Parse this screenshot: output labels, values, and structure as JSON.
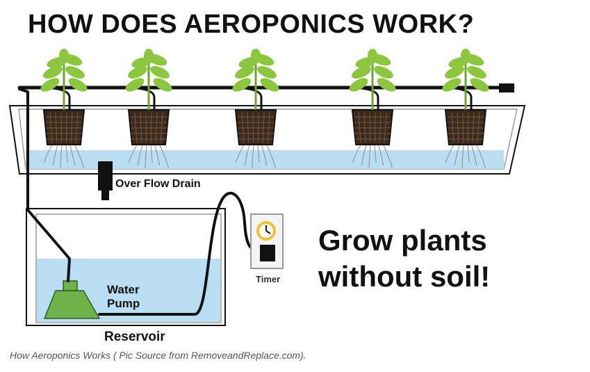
{
  "title": "HOW DOES AEROPONICS WORK?",
  "labels": {
    "overflow_drain": "Over Flow Drain",
    "timer": "Timer",
    "water_pump_line1": "Water",
    "water_pump_line2": "Pump",
    "reservoir": "Reservoir"
  },
  "slogan": {
    "line1": "Grow plants",
    "line2": "without soil!"
  },
  "caption": "How Aeroponics Works ( Pic Source from RemoveandReplace.com).",
  "plant_count": 5,
  "colors": {
    "water": "#b9def3",
    "leaf": "#8cc63f",
    "pump": "#6fb24a",
    "pipe": "#111111",
    "droplet": "#3f95cf",
    "timer_dial": "#f2c22e"
  }
}
